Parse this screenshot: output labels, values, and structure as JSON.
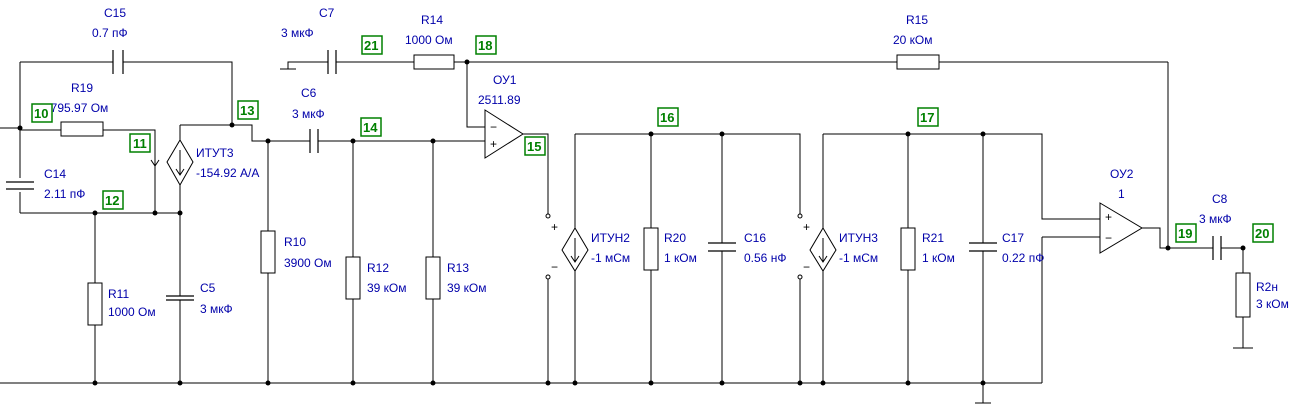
{
  "colors": {
    "wire": "#000000",
    "label": "#0000aa",
    "node": "#008000",
    "background": "#ffffff"
  },
  "components": {
    "C15": {
      "name": "C15",
      "value": "0.7 пФ"
    },
    "R19": {
      "name": "R19",
      "value": "7795.97 Ом"
    },
    "C14": {
      "name": "C14",
      "value": "2.11 пФ"
    },
    "R11": {
      "name": "R11",
      "value": "1000 Ом"
    },
    "C5": {
      "name": "C5",
      "value": "3 мкФ"
    },
    "ITUT3": {
      "name": "ИТУТ3",
      "value": "-154.92 А/А"
    },
    "C7": {
      "name": "C7",
      "value": "3 мкФ"
    },
    "R14": {
      "name": "R14",
      "value": "1000 Ом"
    },
    "C6": {
      "name": "C6",
      "value": "3 мкФ"
    },
    "R10": {
      "name": "R10",
      "value": "3900 Ом"
    },
    "R12": {
      "name": "R12",
      "value": "39 кОм"
    },
    "R13": {
      "name": "R13",
      "value": "39 кОм"
    },
    "OU1": {
      "name": "ОУ1",
      "value": "2511.89"
    },
    "ITUN2": {
      "name": "ИТУН2",
      "value": "-1 мСм"
    },
    "R20": {
      "name": "R20",
      "value": "1 кОм"
    },
    "C16": {
      "name": "C16",
      "value": "0.56 нФ"
    },
    "ITUN3": {
      "name": "ИТУН3",
      "value": "-1 мСм"
    },
    "R21": {
      "name": "R21",
      "value": "1 кОм"
    },
    "C17": {
      "name": "C17",
      "value": "0.22 пФ"
    },
    "R15": {
      "name": "R15",
      "value": "20 кОм"
    },
    "OU2": {
      "name": "ОУ2",
      "value": "1"
    },
    "C8": {
      "name": "C8",
      "value": "3 мкФ"
    },
    "R2n": {
      "name": "R2н",
      "value": "3 кОм"
    }
  },
  "nodes": {
    "n10": "10",
    "n11": "11",
    "n12": "12",
    "n13": "13",
    "n14": "14",
    "n15": "15",
    "n16": "16",
    "n17": "17",
    "n18": "18",
    "n19": "19",
    "n20": "20",
    "n21": "21"
  },
  "signs": {
    "plus": "+",
    "minus": "−"
  }
}
